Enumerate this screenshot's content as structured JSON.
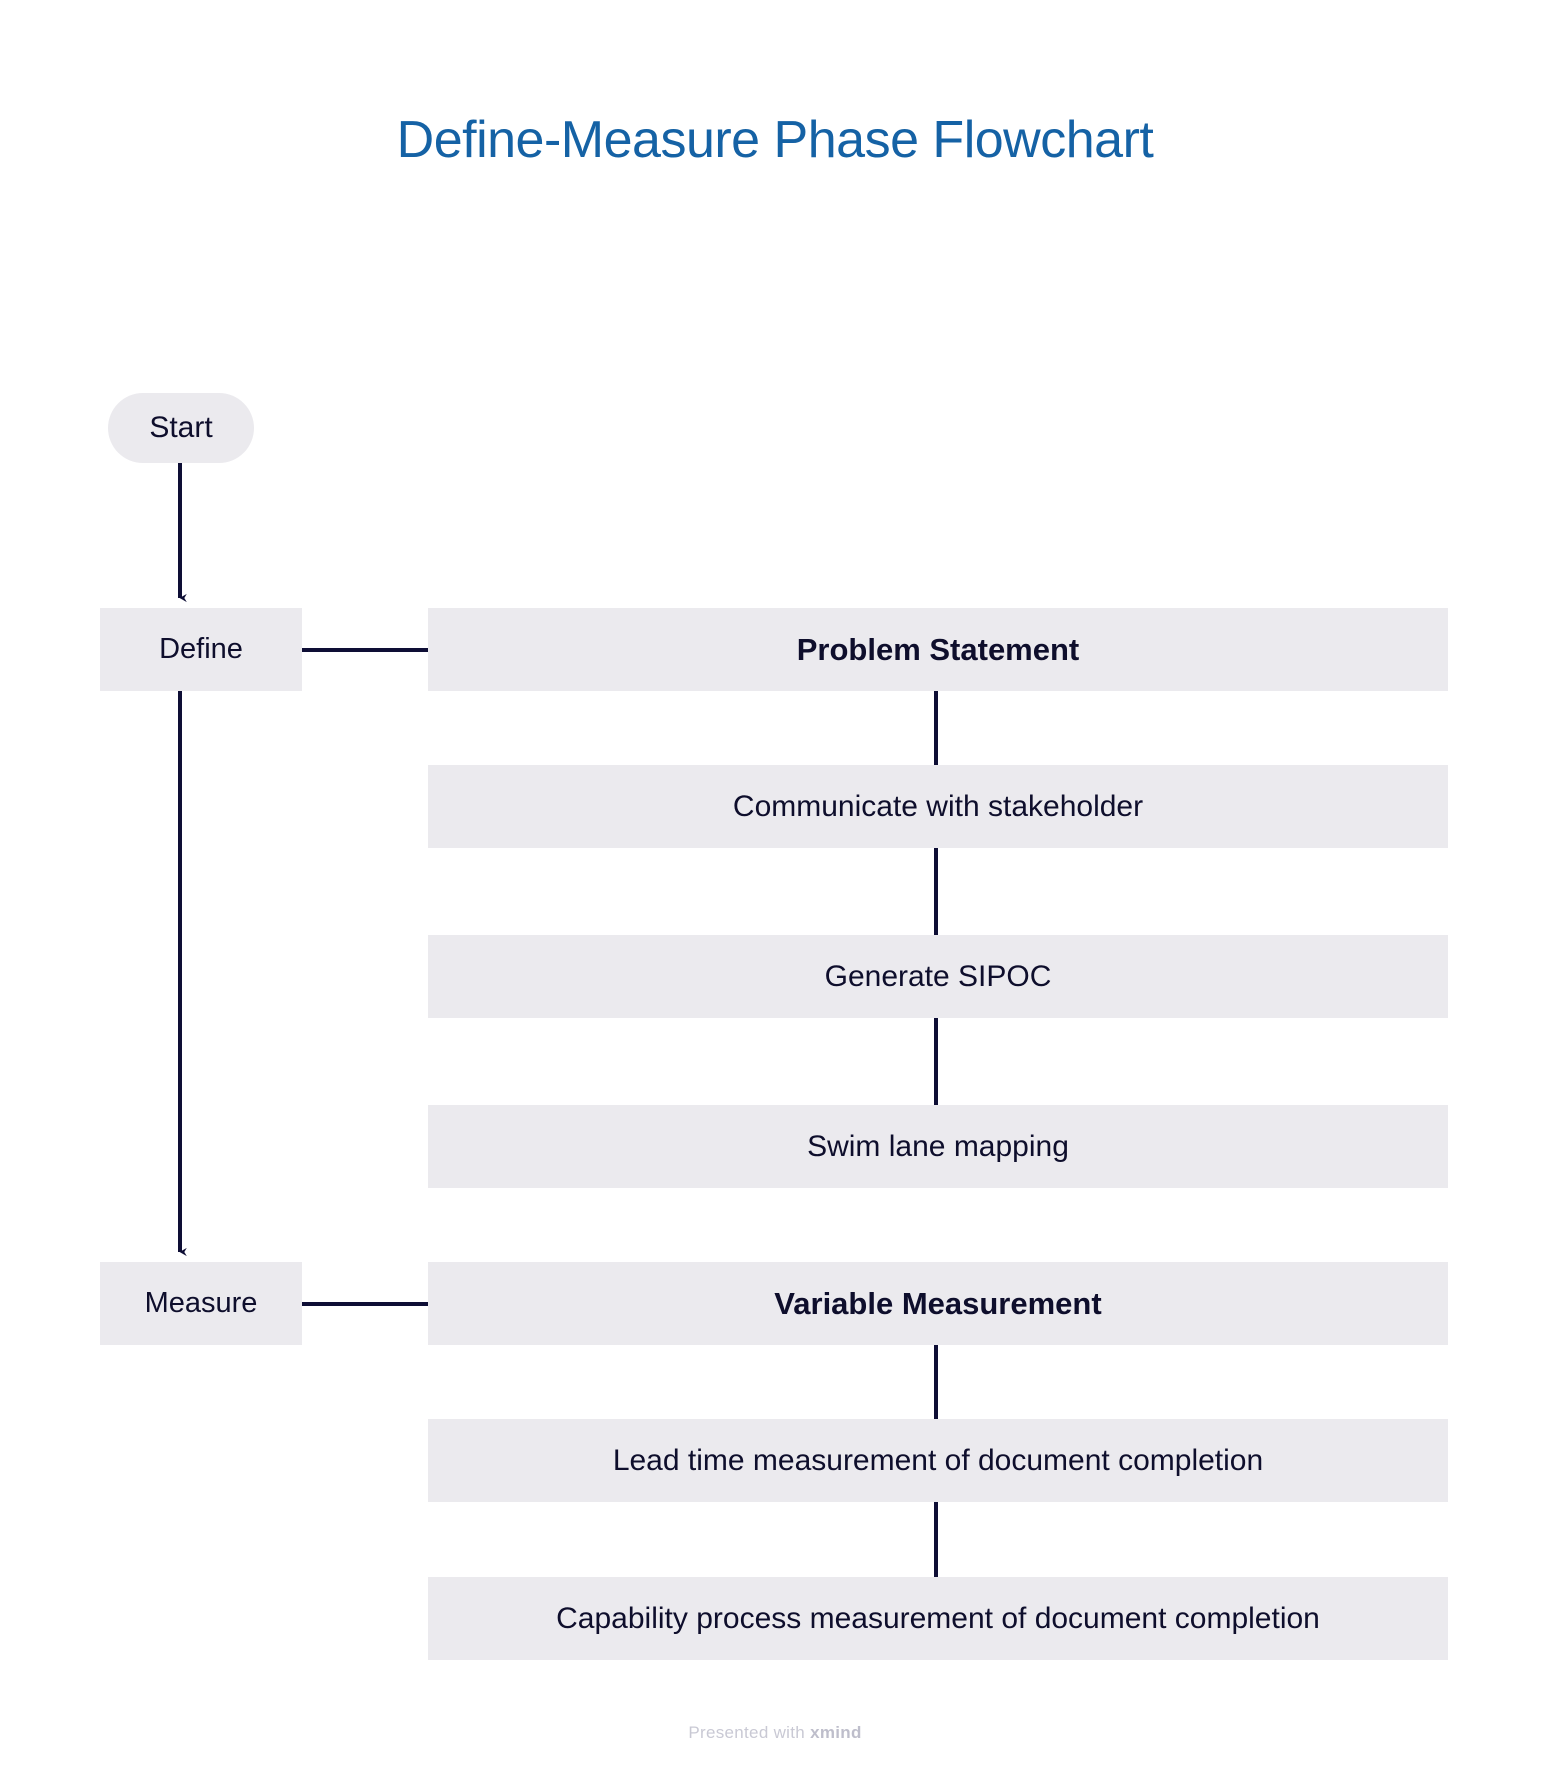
{
  "title": "Define-Measure Phase Flowchart",
  "colors": {
    "title": "#1562A5",
    "node_bg": "#EBEAEE",
    "node_text": "#0E0E2C",
    "connector": "#0E0E35",
    "footer_text": "#C9C9D4",
    "page_bg": "#FFFFFF"
  },
  "flow": {
    "start": {
      "label": "Start",
      "shape": "pill"
    },
    "phases": [
      {
        "id": "define",
        "label": "Define"
      },
      {
        "id": "measure",
        "label": "Measure"
      }
    ],
    "define_steps": [
      {
        "id": "problem-statement",
        "label": "Problem Statement",
        "bold": true
      },
      {
        "id": "communicate",
        "label": "Communicate with stakeholder",
        "bold": false
      },
      {
        "id": "sipoc",
        "label": "Generate SIPOC",
        "bold": false
      },
      {
        "id": "swimlane",
        "label": "Swim lane mapping",
        "bold": false
      }
    ],
    "measure_steps": [
      {
        "id": "variable-measurement",
        "label": "Variable Measurement",
        "bold": true
      },
      {
        "id": "leadtime",
        "label": "Lead time measurement of document completion",
        "bold": false
      },
      {
        "id": "capability",
        "label": "Capability process measurement of document completion",
        "bold": false
      }
    ]
  },
  "footer": {
    "prefix": "Presented with ",
    "brand": "xmind"
  }
}
